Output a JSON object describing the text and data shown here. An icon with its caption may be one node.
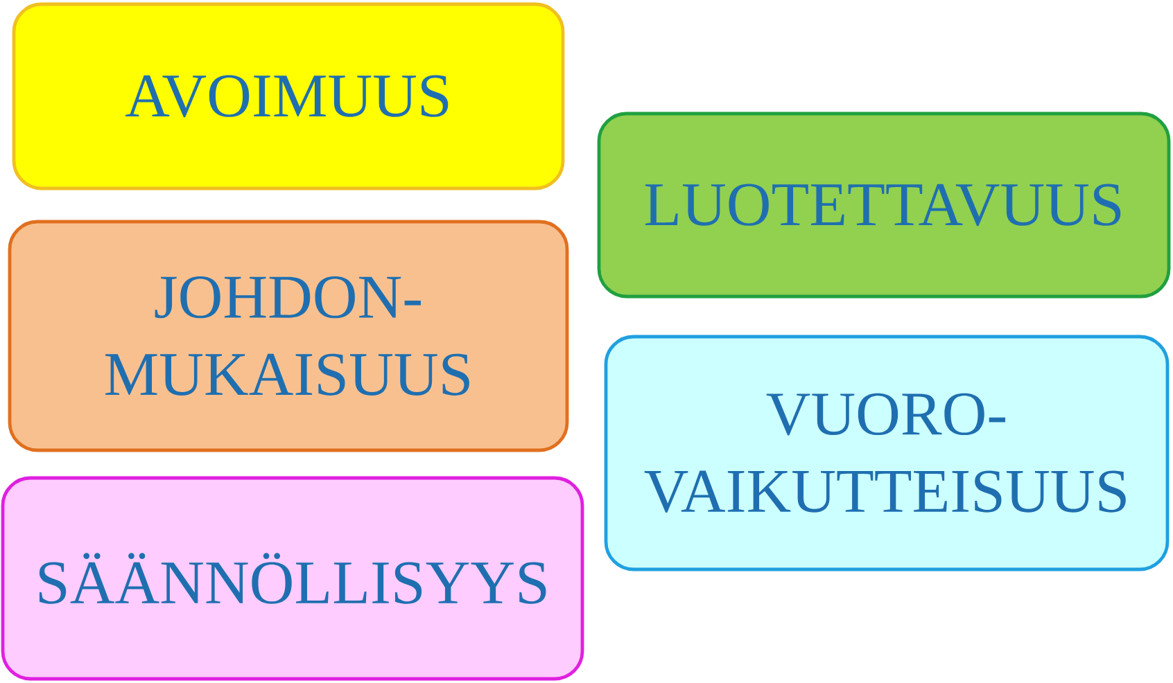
{
  "diagram": {
    "nodes": [
      {
        "text": [
          "AVOIMUUS"
        ]
      },
      {
        "text": [
          "LUOTETTAVUUS"
        ]
      },
      {
        "text": [
          "JOHDON- MUKAISUUS"
        ]
      },
      {
        "text": [
          "VUORO- VAIKUTTEISUUS"
        ]
      },
      {
        "text": [
          "SÄÄNNÖLLISYYS"
        ]
      }
    ]
  }
}
